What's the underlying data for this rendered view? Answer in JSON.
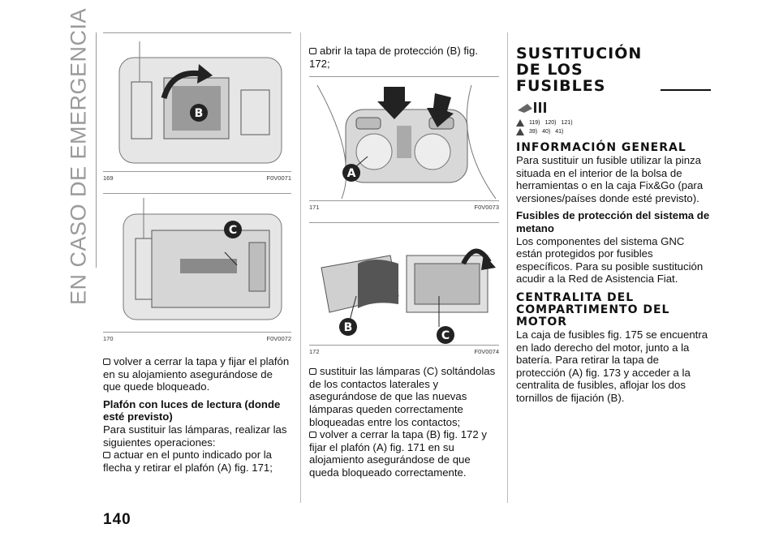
{
  "section_title": "EN CASO DE EMERGENCIA",
  "page_number": "140",
  "figures": [
    {
      "num": "169",
      "code": "F0V0071",
      "label": "B"
    },
    {
      "num": "170",
      "code": "F0V0072",
      "label": "C"
    },
    {
      "num": "171",
      "code": "F0V0073",
      "label": "A"
    },
    {
      "num": "172",
      "code": "F0V0074",
      "label_b": "B",
      "label_c": "C"
    }
  ],
  "col1": {
    "bullet1": "volver a cerrar la tapa y fijar el plafón en su alojamiento asegurándose de que quede bloqueado.",
    "heading": "Plafón con luces de lectura (donde esté previsto)",
    "para": "Para sustituir las lámparas, realizar las siguientes operaciones:",
    "bullet2": "actuar en el punto indicado por la flecha y retirar el plafón (A) fig. 171;"
  },
  "col2": {
    "bullet1": "abrir la tapa de protección (B) fig. 172;",
    "bullet2": "sustituir las lámparas (C) soltándolas de los contactos laterales y asegurándose de que las nuevas lámparas queden correctamente bloqueadas entre los contactos;",
    "bullet3": "volver a cerrar la tapa (B) fig. 172 y fijar el plafón (A) fig. 171 en su alojamiento asegurándose de que queda bloqueado correctamente."
  },
  "col3": {
    "title": "SUSTITUCIÓN DE LOS FUSIBLES",
    "refs1": [
      "119)",
      "120)",
      "121)"
    ],
    "refs2": [
      "39)",
      "40)",
      "41)"
    ],
    "h_info": "INFORMACIÓN GENERAL",
    "p_info": "Para sustituir un fusible utilizar la pinza situada en el interior de la bolsa de herramientas o en la caja Fix&Go (para versiones/países donde esté previsto).",
    "h_metano": "Fusibles de protección del sistema de metano",
    "p_metano": "Los componentes del sistema GNC están protegidos por fusibles específicos. Para su posible sustitución acudir a la Red de Asistencia Fiat.",
    "h_centralita": "CENTRALITA DEL COMPARTIMENTO DEL MOTOR",
    "p_centralita": "La caja de fusibles fig. 175 se encuentra en lado derecho del motor, junto a la batería. Para retirar la tapa de protección (A) fig. 173 y acceder a la centralita de fusibles, aflojar los dos tornillos de fijación (B)."
  }
}
